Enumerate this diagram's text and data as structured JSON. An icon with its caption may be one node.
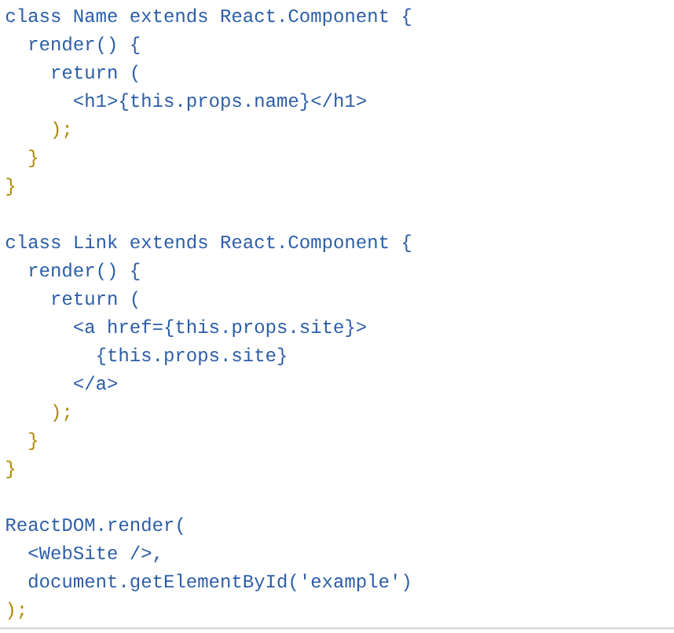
{
  "diagram": {
    "labels": [
      "class Name extends React.Component {",
      "render() {",
      "return (",
      "<h1>{this.props.name}</h1>",
      ");",
      "}",
      "}",
      "class Link extends React.Component {",
      "render() {",
      "return (",
      "<a href={this.props.site}>",
      "{this.props.site}",
      "</a>",
      ");",
      "}",
      "}",
      "ReactDOM.render(",
      "<WebSite />,",
      "document.getElementById('example')",
      ");"
    ]
  }
}
